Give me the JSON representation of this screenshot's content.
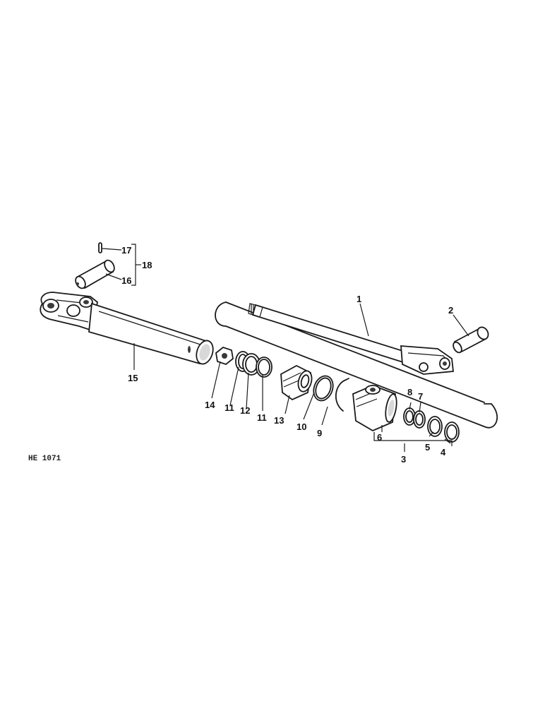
{
  "diagram": {
    "figure_code": "HE 1071",
    "callouts": [
      {
        "id": "c1",
        "label": "1"
      },
      {
        "id": "c2",
        "label": "2"
      },
      {
        "id": "c3",
        "label": "3"
      },
      {
        "id": "c4",
        "label": "4"
      },
      {
        "id": "c5",
        "label": "5"
      },
      {
        "id": "c6",
        "label": "6"
      },
      {
        "id": "c7",
        "label": "7"
      },
      {
        "id": "c8",
        "label": "8"
      },
      {
        "id": "c9",
        "label": "9"
      },
      {
        "id": "c10",
        "label": "10"
      },
      {
        "id": "c11a",
        "label": "11"
      },
      {
        "id": "c12",
        "label": "12"
      },
      {
        "id": "c11b",
        "label": "11"
      },
      {
        "id": "c13",
        "label": "13"
      },
      {
        "id": "c14",
        "label": "14"
      },
      {
        "id": "c15",
        "label": "15"
      },
      {
        "id": "c16",
        "label": "16"
      },
      {
        "id": "c17",
        "label": "17"
      },
      {
        "id": "c18",
        "label": "18"
      }
    ]
  }
}
